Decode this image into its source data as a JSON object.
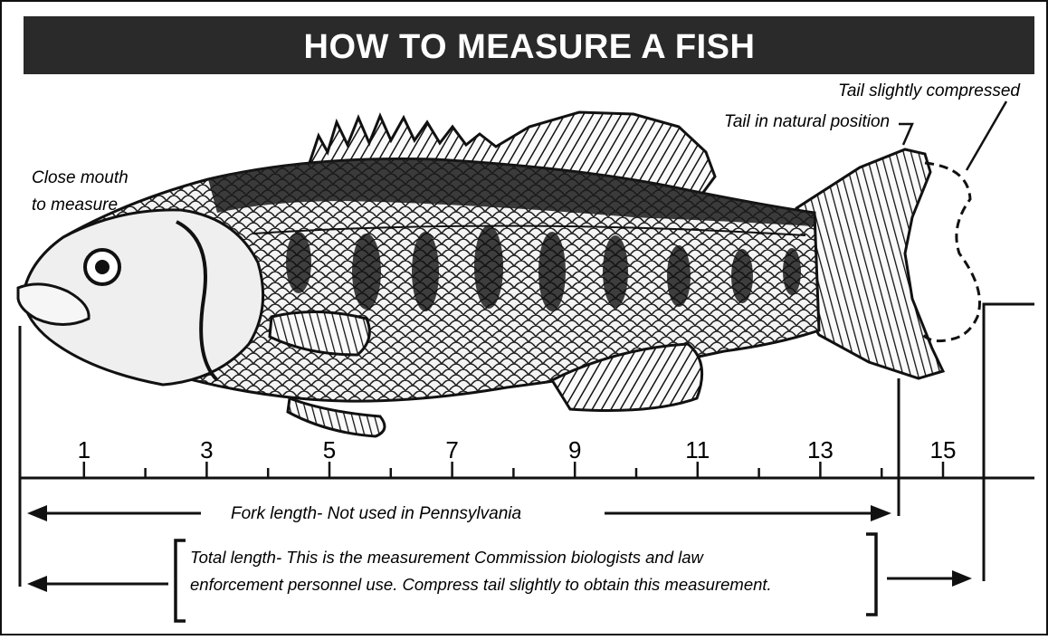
{
  "title": "HOW TO MEASURE A FISH",
  "annotations": {
    "close_mouth_line1": "Close mouth",
    "close_mouth_line2": "to measure",
    "tail_natural": "Tail in natural position",
    "tail_compressed": "Tail slightly compressed"
  },
  "ruler": {
    "labels": [
      "1",
      "3",
      "5",
      "7",
      "9",
      "11",
      "13",
      "15"
    ]
  },
  "fork_length": {
    "label": "Fork length- Not used in Pennsylvania"
  },
  "total_length": {
    "line1": "Total length- This is the measurement Commission biologists and law",
    "line2": "enforcement personnel use. Compress tail slightly to obtain this measurement."
  },
  "colors": {
    "banner": "#2a2a2a",
    "banner_text": "#ffffff",
    "ink": "#111111",
    "paper": "#ffffff"
  }
}
